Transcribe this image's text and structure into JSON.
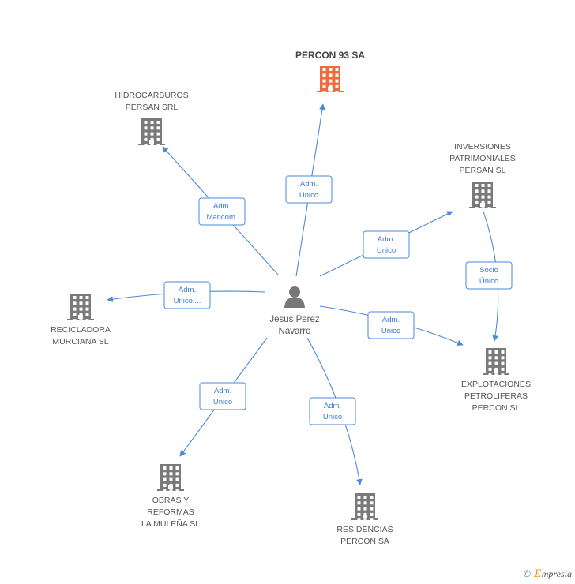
{
  "person": {
    "name_line1": "Jesus Perez",
    "name_line2": "Navarro",
    "icon": "person-icon"
  },
  "companies": {
    "percon93": {
      "lines": [
        "PERCON 93 SA"
      ],
      "highlight": true,
      "icon": "building-icon"
    },
    "hidrocarburos": {
      "lines": [
        "HIDROCARBUROS",
        "PERSAN SRL"
      ],
      "icon": "building-icon"
    },
    "inversiones": {
      "lines": [
        "INVERSIONES",
        "PATRIMONIALES",
        "PERSAN SL"
      ],
      "icon": "building-icon"
    },
    "recicladora": {
      "lines": [
        "RECICLADORA",
        "MURCIANA SL"
      ],
      "icon": "building-icon"
    },
    "explotaciones": {
      "lines": [
        "EXPLOTACIONES",
        "PETROLIFERAS",
        "PERCON SL"
      ],
      "icon": "building-icon"
    },
    "obras": {
      "lines": [
        "OBRAS Y",
        "REFORMAS",
        "LA MULEÑA SL"
      ],
      "icon": "building-icon"
    },
    "residencias": {
      "lines": [
        "RESIDENCIAS",
        "PERCON SA"
      ],
      "icon": "building-icon"
    }
  },
  "edges": [
    {
      "to": "percon93",
      "label": [
        "Adm.",
        "Unico"
      ]
    },
    {
      "to": "hidrocarburos",
      "label": [
        "Adm.",
        "Mancom."
      ]
    },
    {
      "to": "inversiones",
      "label": [
        "Adm.",
        "Unico"
      ]
    },
    {
      "to": "recicladora",
      "label": [
        "Adm.",
        "Unico,..."
      ]
    },
    {
      "to": "explotaciones",
      "label": [
        "Adm.",
        "Unico"
      ]
    },
    {
      "to": "obras",
      "label": [
        "Adm.",
        "Unico"
      ]
    },
    {
      "to": "residencias",
      "label": [
        "Adm.",
        "Unico"
      ]
    },
    {
      "from": "inversiones",
      "to": "explotaciones",
      "label": [
        "Socio",
        "Único"
      ]
    }
  ],
  "colors": {
    "highlight": "#f26a3c",
    "building": "#7a7a7a",
    "edge": "#4a8ad8",
    "edge_text": "#3a7bd5"
  },
  "footer": {
    "copyright": "©",
    "brand_initial": "E",
    "brand_rest": "mpresia"
  }
}
